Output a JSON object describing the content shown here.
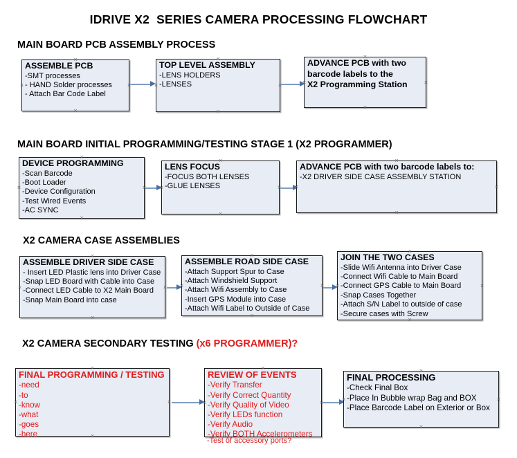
{
  "title": "IDRIVE X2  SERIES CAMERA PROCESSING FLOWCHART",
  "colors": {
    "box_fill": "#e7ecf5",
    "box_border": "#1a1a1a",
    "arrow": "#4a6fa5",
    "accent_red": "#e01b1b",
    "text": "#000000"
  },
  "sections": [
    {
      "heading": "MAIN BOARD PCB ASSEMBLY PROCESS",
      "heading_accent": "",
      "boxes": [
        {
          "title": "ASSEMBLE PCB",
          "lines": [
            "-SMT processes",
            "- HAND Solder processes",
            "- Attach Bar Code Label"
          ]
        },
        {
          "title": "TOP LEVEL ASSEMBLY",
          "lines": [
            "-LENS HOLDERS",
            "-LENSES"
          ]
        },
        {
          "title": "ADVANCE PCB with two",
          "lines": [
            "barcode labels to the",
            " X2 Programming Station"
          ]
        }
      ]
    },
    {
      "heading": "MAIN BOARD INITIAL PROGRAMMING/TESTING STAGE 1 (X2 PROGRAMMER)",
      "heading_accent": "",
      "boxes": [
        {
          "title": "DEVICE PROGRAMMING",
          "lines": [
            "-Scan Barcode",
            "-Boot Loader",
            "-Device Configuration",
            "-Test Wired Events",
            "-AC SYNC"
          ]
        },
        {
          "title": "LENS FOCUS",
          "lines": [
            "-FOCUS BOTH LENSES",
            "-GLUE LENSES"
          ]
        },
        {
          "title": "ADVANCE PCB with two barcode labels to:",
          "lines": [
            "-X2 DRIVER  SIDE  CASE  ASSEMBLY STATION"
          ]
        }
      ]
    },
    {
      "heading": "X2 CAMERA CASE ASSEMBLIES",
      "heading_accent": "",
      "boxes": [
        {
          "title": "ASSEMBLE DRIVER SIDE CASE",
          "lines": [
            "- Insert LED Plastic lens into Driver Case",
            "-Snap LED Board with Cable into Case",
            "-Connect LED Cable to X2 Main Board",
            "-Snap Main Board into case"
          ]
        },
        {
          "title": "ASSEMBLE ROAD SIDE CASE",
          "lines": [
            "-Attach Support Spur to Case",
            "-Attach Windshield Support",
            "-Attach Wifi Assembly to Case",
            "-Insert GPS Module into Case",
            "-Attach Wifi Label to Outside of Case"
          ]
        },
        {
          "title": "JOIN THE TWO CASES",
          "lines": [
            "-Slide Wifi Antenna into Driver Case",
            "-Connect Wifi Cable to Main Board",
            "-Connect GPS Cable to Main Board",
            "-Snap Cases Together",
            "-Attach S/N Label to outside of case",
            "-Secure cases with Screw"
          ]
        }
      ]
    },
    {
      "heading": "X2 CAMERA SECONDARY TESTING ",
      "heading_accent": "(x6 PROGRAMMER)?",
      "boxes": [
        {
          "title": "FINAL PROGRAMMING / TESTING",
          "lines": [
            "-need",
            "-to",
            "-know",
            "-what",
            "-goes",
            "-here"
          ]
        },
        {
          "title": "REVIEW OF EVENTS",
          "lines": [
            "-Verify Transfer",
            "-Verify Correct Quantity",
            "-Verify Quality of Video",
            "-Verify LEDs function",
            "-Verify Audio",
            "-Verify BOTH Accelerometers"
          ],
          "overflow_line": "-Test of accessory ports?"
        },
        {
          "title": "FINAL PROCESSING",
          "lines": [
            " -Check Final Box",
            "-Place In Bubble wrap Bag and BOX",
            "-Place Barcode Label on Exterior or Box"
          ]
        }
      ]
    }
  ]
}
